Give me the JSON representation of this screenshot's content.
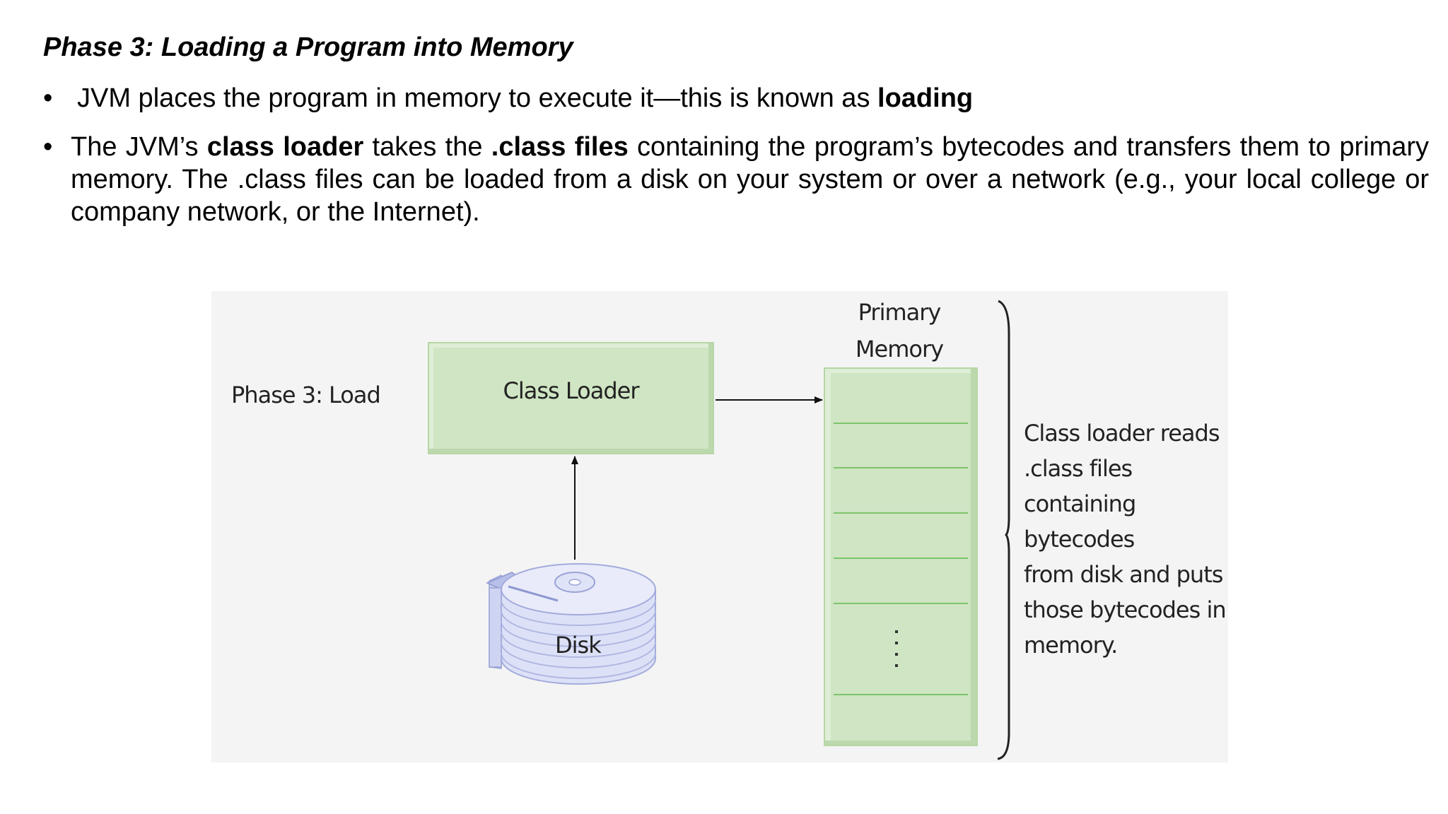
{
  "heading": "Phase 3: Loading a Program into Memory",
  "bullet_symbol": "•",
  "bullet1": {
    "text": "JVM places the program in memory to execute it—this is known as ",
    "bold": "loading"
  },
  "bullet2": {
    "part1": "The JVM’s ",
    "bold1": "class loader",
    "part2": " takes the ",
    "bold2": ".class files",
    "part3": " containing the program’s bytecodes and transfers them to primary memory. The .class files can be loaded from a disk on your system or over a network (e.g., your local college or company network, or the Internet)."
  },
  "diagram": {
    "phase_label": "Phase 3: Load",
    "loader_label": "Class Loader",
    "memory_title": "Primary Memory",
    "disk_label": "Disk",
    "note": "Class loader reads\n.class files\ncontaining bytecodes\nfrom disk and puts\nthose bytecodes in\nmemory."
  }
}
